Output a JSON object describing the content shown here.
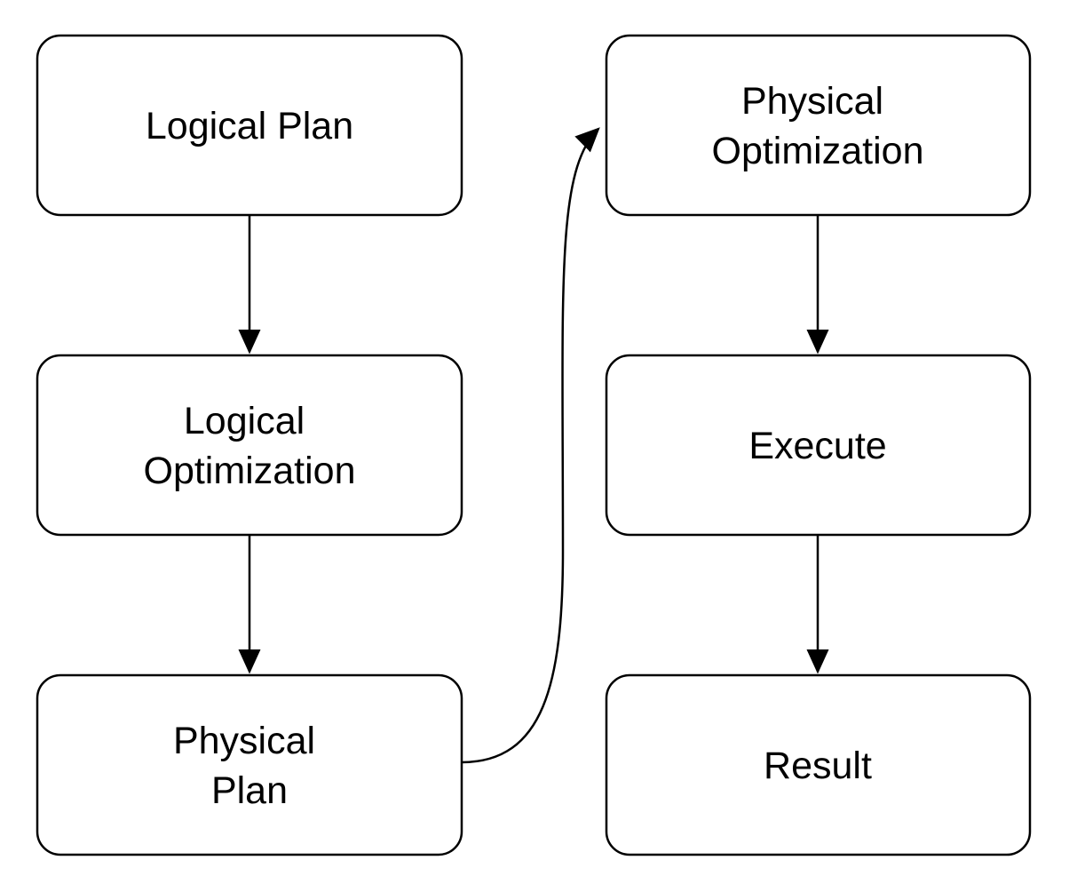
{
  "diagram": {
    "nodes": [
      {
        "id": "logical-plan",
        "lines": [
          "Logical Plan"
        ]
      },
      {
        "id": "logical-optimization",
        "lines": [
          "Logical",
          "Optimization"
        ]
      },
      {
        "id": "physical-plan",
        "lines": [
          "Physical",
          "Plan"
        ]
      },
      {
        "id": "physical-optimization",
        "lines": [
          "Physical",
          "Optimization"
        ]
      },
      {
        "id": "execute",
        "lines": [
          "Execute"
        ]
      },
      {
        "id": "result",
        "lines": [
          "Result"
        ]
      }
    ],
    "edges": [
      {
        "from": "logical-plan",
        "to": "logical-optimization"
      },
      {
        "from": "logical-optimization",
        "to": "physical-plan"
      },
      {
        "from": "physical-plan",
        "to": "physical-optimization"
      },
      {
        "from": "physical-optimization",
        "to": "execute"
      },
      {
        "from": "execute",
        "to": "result"
      }
    ],
    "colors": {
      "background": "#ffffff",
      "node_fill": "#ffffff",
      "node_stroke": "#000000",
      "text": "#000000"
    }
  }
}
